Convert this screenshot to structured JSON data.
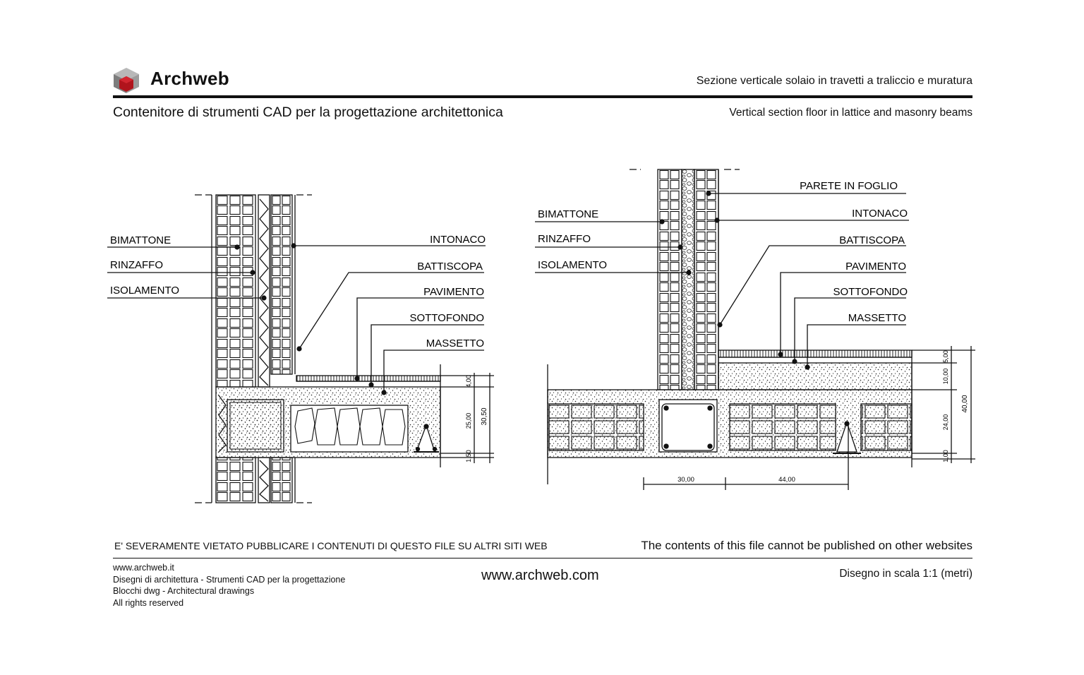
{
  "header": {
    "brand_name": "Archweb",
    "title_it": "Sezione verticale solaio in travetti a traliccio e muratura",
    "subtitle": "Contenitore di strumenti CAD per la progettazione architettonica",
    "title_en": "Vertical section floor in lattice and masonry beams"
  },
  "left_detail": {
    "labels_left": [
      "BIMATTONE",
      "RINZAFFO",
      "ISOLAMENTO"
    ],
    "labels_right": [
      "INTONACO",
      "BATTISCOPA",
      "PAVIMENTO",
      "SOTTOFONDO",
      "MASSETTO"
    ],
    "dims": [
      "4,00",
      "25,00",
      "1,50",
      "30,50"
    ]
  },
  "right_detail": {
    "labels_left": [
      "BIMATTONE",
      "RINZAFFO",
      "ISOLAMENTO"
    ],
    "labels_right": [
      "PARETE IN FOGLIO",
      "INTONACO",
      "BATTISCOPA",
      "PAVIMENTO",
      "SOTTOFONDO",
      "MASSETTO"
    ],
    "dims_vertical": [
      "5,00",
      "10,00",
      "24,00",
      "1,00",
      "40,00"
    ],
    "dims_horizontal": [
      "30,00",
      "44,00"
    ]
  },
  "footer": {
    "warning_it": "E' SEVERAMENTE VIETATO PUBBLICARE I CONTENUTI DI QUESTO FILE SU ALTRI SITI WEB",
    "warning_en": "The contents of this file cannot be published on other websites",
    "left_lines": [
      "www.archweb.it",
      "Disegni di architettura - Strumenti CAD  per la progettazione",
      "Blocchi dwg - Architectural drawings",
      "All rights reserved"
    ],
    "site": "www.archweb.com",
    "scale_note": "Disegno in scala 1:1 (metri)"
  },
  "colors": {
    "logo_red": "#b0141c",
    "logo_grey": "#8a8a8a",
    "ink": "#111111"
  },
  "icons": {
    "logo": "archweb-cube-logo-icon"
  }
}
